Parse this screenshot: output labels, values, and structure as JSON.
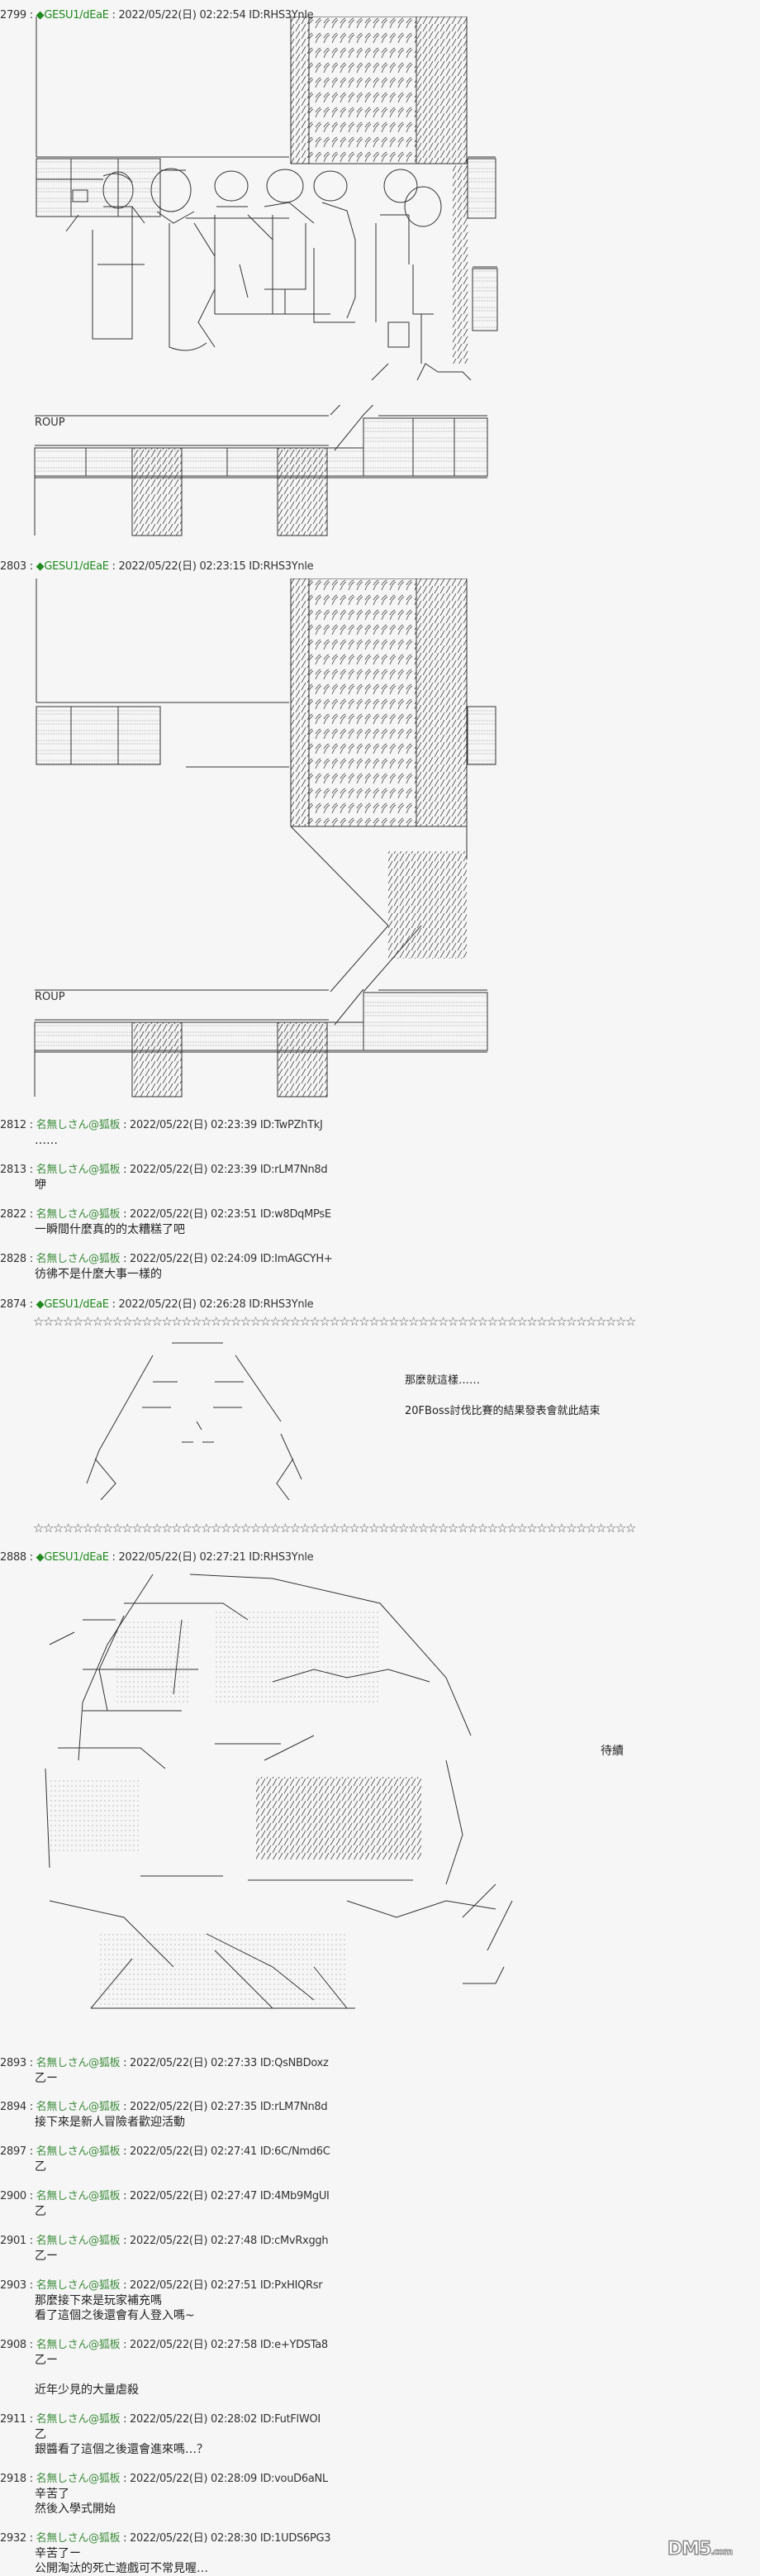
{
  "posts": [
    {
      "number": "2799",
      "name": "◆GESU1/dEaE",
      "trip": true,
      "date": "2022/05/22(日) 02:22:54",
      "id": "ID:RHS3Ynle",
      "lines": []
    },
    {
      "number": "2803",
      "name": "◆GESU1/dEaE",
      "trip": true,
      "date": "2022/05/22(日) 02:23:15",
      "id": "ID:RHS3Ynle",
      "lines": []
    },
    {
      "number": "2812",
      "name": "名無しさん@狐板",
      "trip": false,
      "date": "2022/05/22(日) 02:23:39",
      "id": "ID:TwPZhTkJ",
      "lines": [
        "……"
      ]
    },
    {
      "number": "2813",
      "name": "名無しさん@狐板",
      "trip": false,
      "date": "2022/05/22(日) 02:23:39",
      "id": "ID:rLM7Nn8d",
      "lines": [
        "咿"
      ]
    },
    {
      "number": "2822",
      "name": "名無しさん@狐板",
      "trip": false,
      "date": "2022/05/22(日) 02:23:51",
      "id": "ID:w8DqMPsE",
      "lines": [
        "一瞬間什麼真的的太糟糕了吧"
      ]
    },
    {
      "number": "2828",
      "name": "名無しさん@狐板",
      "trip": false,
      "date": "2022/05/22(日) 02:24:09",
      "id": "ID:ImAGCYH+",
      "lines": [
        "彷彿不是什麼大事一樣的"
      ]
    },
    {
      "number": "2874",
      "name": "◆GESU1/dEaE",
      "trip": true,
      "date": "2022/05/22(日) 02:26:28",
      "id": "ID:RHS3Ynle",
      "lines": []
    },
    {
      "number": "2888",
      "name": "◆GESU1/dEaE",
      "trip": true,
      "date": "2022/05/22(日) 02:27:21",
      "id": "ID:RHS3Ynle",
      "lines": []
    },
    {
      "number": "2893",
      "name": "名無しさん@狐板",
      "trip": false,
      "date": "2022/05/22(日) 02:27:33",
      "id": "ID:QsNBDoxz",
      "lines": [
        "乙ー"
      ]
    },
    {
      "number": "2894",
      "name": "名無しさん@狐板",
      "trip": false,
      "date": "2022/05/22(日) 02:27:35",
      "id": "ID:rLM7Nn8d",
      "lines": [
        "接下來是新人冒險者歡迎活動"
      ]
    },
    {
      "number": "2897",
      "name": "名無しさん@狐板",
      "trip": false,
      "date": "2022/05/22(日) 02:27:41",
      "id": "ID:6C/Nmd6C",
      "lines": [
        "乙"
      ]
    },
    {
      "number": "2900",
      "name": "名無しさん@狐板",
      "trip": false,
      "date": "2022/05/22(日) 02:27:47",
      "id": "ID:4Mb9MgUI",
      "lines": [
        "乙"
      ]
    },
    {
      "number": "2901",
      "name": "名無しさん@狐板",
      "trip": false,
      "date": "2022/05/22(日) 02:27:48",
      "id": "ID:cMvRxggh",
      "lines": [
        "乙ー"
      ]
    },
    {
      "number": "2903",
      "name": "名無しさん@狐板",
      "trip": false,
      "date": "2022/05/22(日) 02:27:51",
      "id": "ID:PxHIQRsr",
      "lines": [
        "那麼接下來是玩家補充嗎",
        "看了這個之後還會有人登入嗎~"
      ]
    },
    {
      "number": "2908",
      "name": "名無しさん@狐板",
      "trip": false,
      "date": "2022/05/22(日) 02:27:58",
      "id": "ID:e+YDSTa8",
      "lines": [
        "乙ー",
        "",
        "近年少見的大量虐殺"
      ]
    },
    {
      "number": "2911",
      "name": "名無しさん@狐板",
      "trip": false,
      "date": "2022/05/22(日) 02:28:02",
      "id": "ID:FutFlWOI",
      "lines": [
        "乙",
        "銀醬看了這個之後還會進來嗎…？"
      ]
    },
    {
      "number": "2918",
      "name": "名無しさん@狐板",
      "trip": false,
      "date": "2022/05/22(日) 02:28:09",
      "id": "ID:vouD6aNL",
      "lines": [
        "辛苦了",
        "然後入學式開始"
      ]
    },
    {
      "number": "2932",
      "name": "名無しさん@狐板",
      "trip": false,
      "date": "2022/05/22(日) 02:28:30",
      "id": "ID:1UDS6PG3",
      "lines": [
        "辛苦了ー",
        "公開淘汰的死亡遊戲可不常見喔…"
      ]
    }
  ],
  "art": {
    "roup_label": "ROUP",
    "stars": "☆☆☆☆☆☆☆☆☆☆☆☆☆☆☆☆☆☆☆☆☆☆☆☆☆☆☆☆☆☆☆☆☆☆☆☆☆☆☆☆☆☆☆☆☆☆☆☆☆☆☆☆☆☆☆☆☆☆☆☆☆",
    "face_line1": "那麼就這樣……",
    "face_line2": "20FBoss討伐比賽的結果發表會就此結束",
    "to_be_continued": "待續"
  },
  "watermark": {
    "main": "DM5",
    "suffix": ".com"
  },
  "colors": {
    "trip_name": "#1f8a1f",
    "anon_name": "#3c8c3c",
    "background": "#f6f6f6"
  }
}
